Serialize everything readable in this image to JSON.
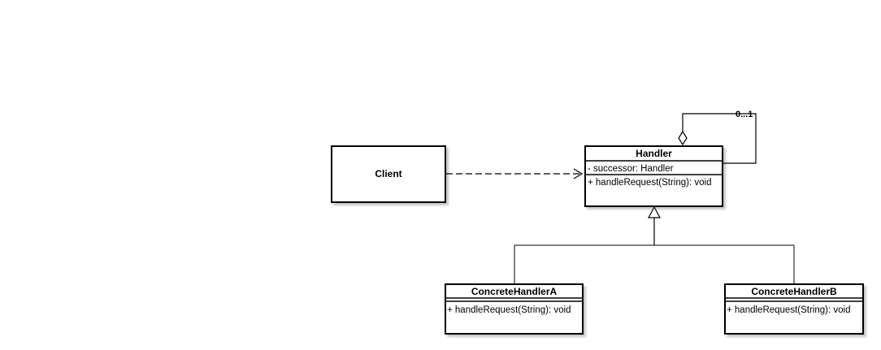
{
  "diagram": {
    "client": {
      "name": "Client"
    },
    "handler": {
      "name": "Handler",
      "attribute": "- successor: Handler",
      "method": "+ handleRequest(String): void"
    },
    "concrete_a": {
      "name": "ConcreteHandlerA",
      "method": "+ handleRequest(String): void"
    },
    "concrete_b": {
      "name": "ConcreteHandlerB",
      "method": "+ handleRequest(String): void"
    },
    "aggregation_multiplicity": "0...1"
  }
}
